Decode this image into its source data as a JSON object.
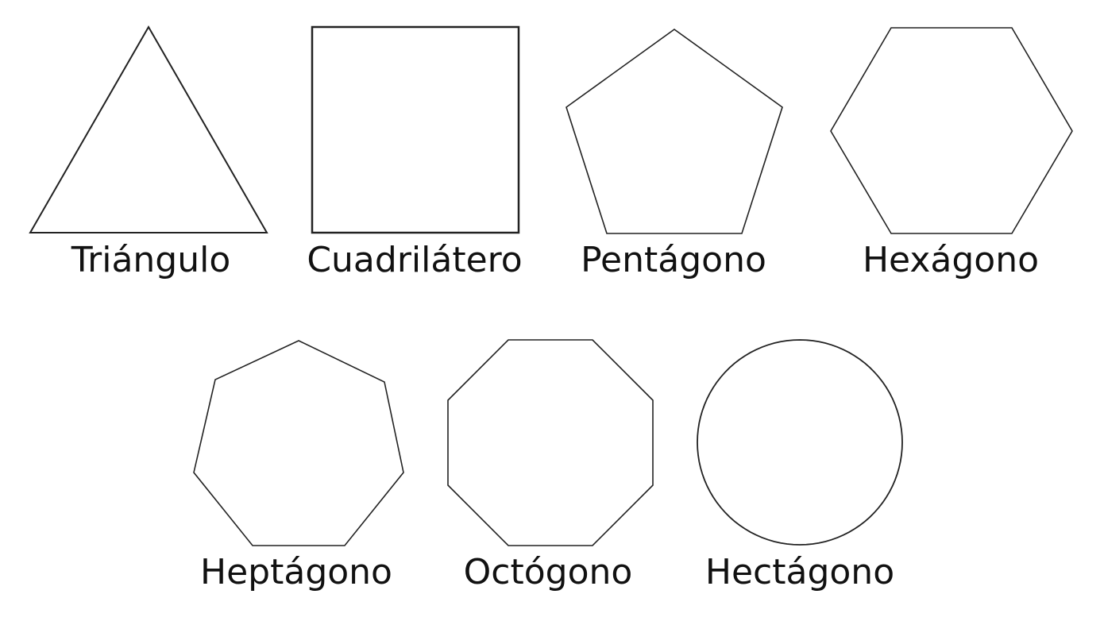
{
  "shapes": [
    {
      "id": "triangle",
      "label": "Triángulo",
      "sides": 3
    },
    {
      "id": "quadrilateral",
      "label": "Cuadrilátero",
      "sides": 4
    },
    {
      "id": "pentagon",
      "label": "Pentágono",
      "sides": 5
    },
    {
      "id": "hexagon",
      "label": "Hexágono",
      "sides": 6
    },
    {
      "id": "heptagon",
      "label": "Heptágono",
      "sides": 7
    },
    {
      "id": "octagon",
      "label": "Octógono",
      "sides": 8
    },
    {
      "id": "hectagon",
      "label": "Hectágono",
      "sides": 100
    }
  ],
  "colors": {
    "background": "#ffffff",
    "stroke": "#222222",
    "text": "#111111"
  }
}
